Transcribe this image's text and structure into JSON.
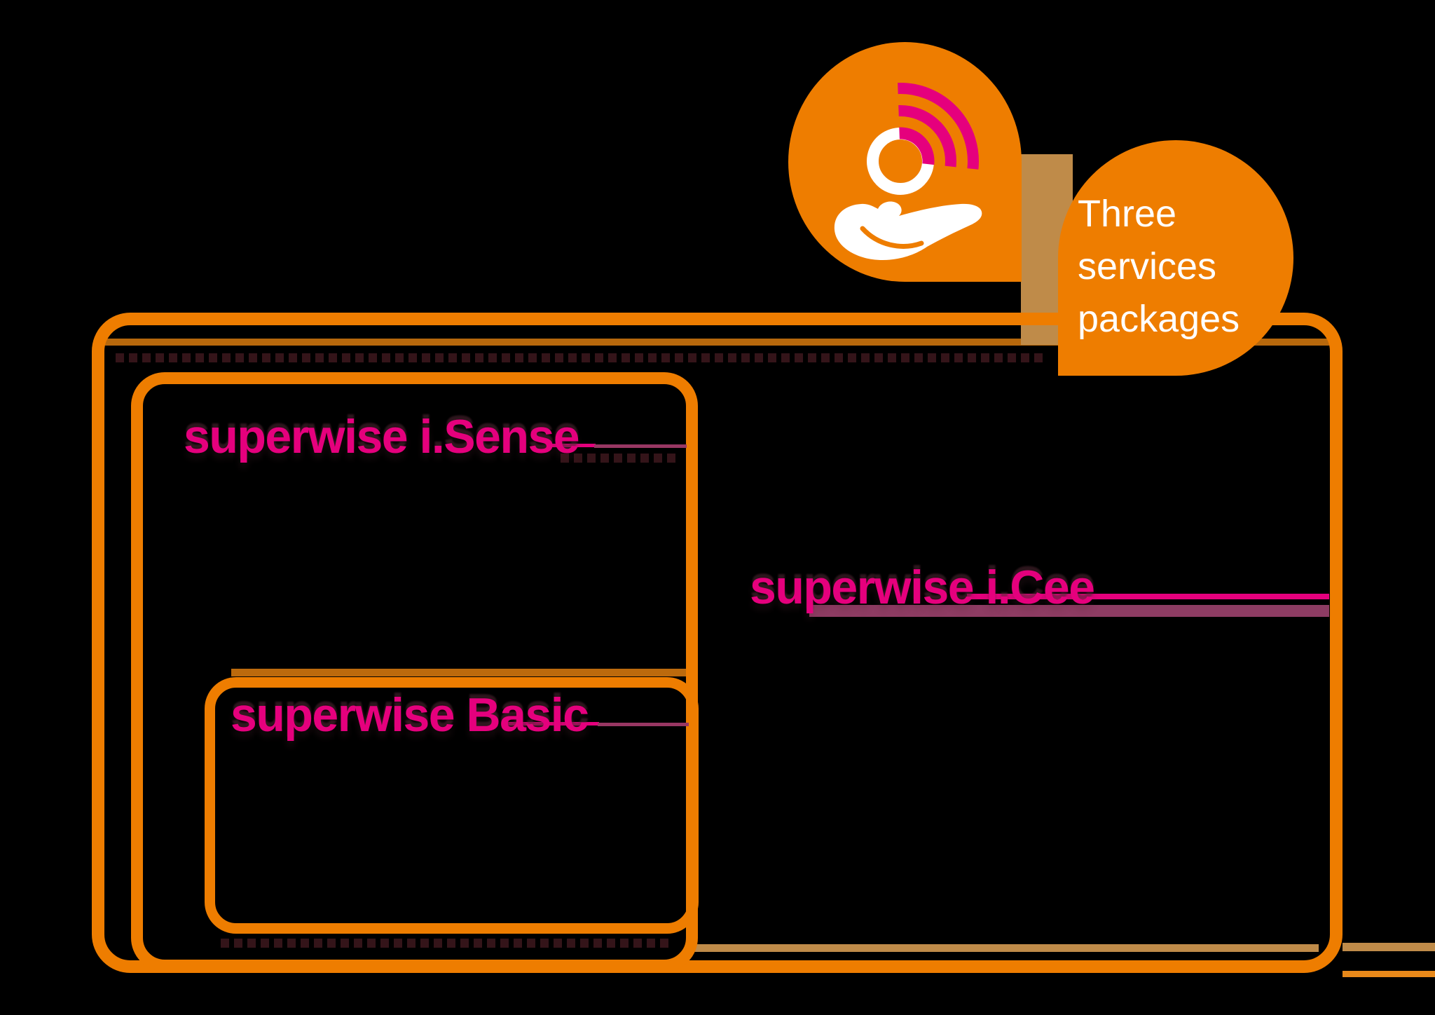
{
  "figure": {
    "background": "#000000",
    "colors": {
      "orange": "#ee7d00",
      "orange_ghost": "#d0760e",
      "tan_ghost": "#bf8b49",
      "magenta": "#e5007d",
      "plum_line": "#983763",
      "mauve_band": "#8e3c63",
      "bubble_text": "#ffffff"
    },
    "badge_icon": {
      "name": "hand-offering-person-with-signal-icon",
      "signal_color": "#e5007d",
      "glyph_color": "#ffffff"
    },
    "bubble": {
      "lines": [
        "Three",
        "services",
        "packages"
      ]
    },
    "packages": [
      {
        "id": "sense",
        "label": "superwise i.Sense"
      },
      {
        "id": "cee",
        "label": "superwise i.Cee"
      },
      {
        "id": "basic",
        "label": "superwise Basic"
      }
    ]
  }
}
